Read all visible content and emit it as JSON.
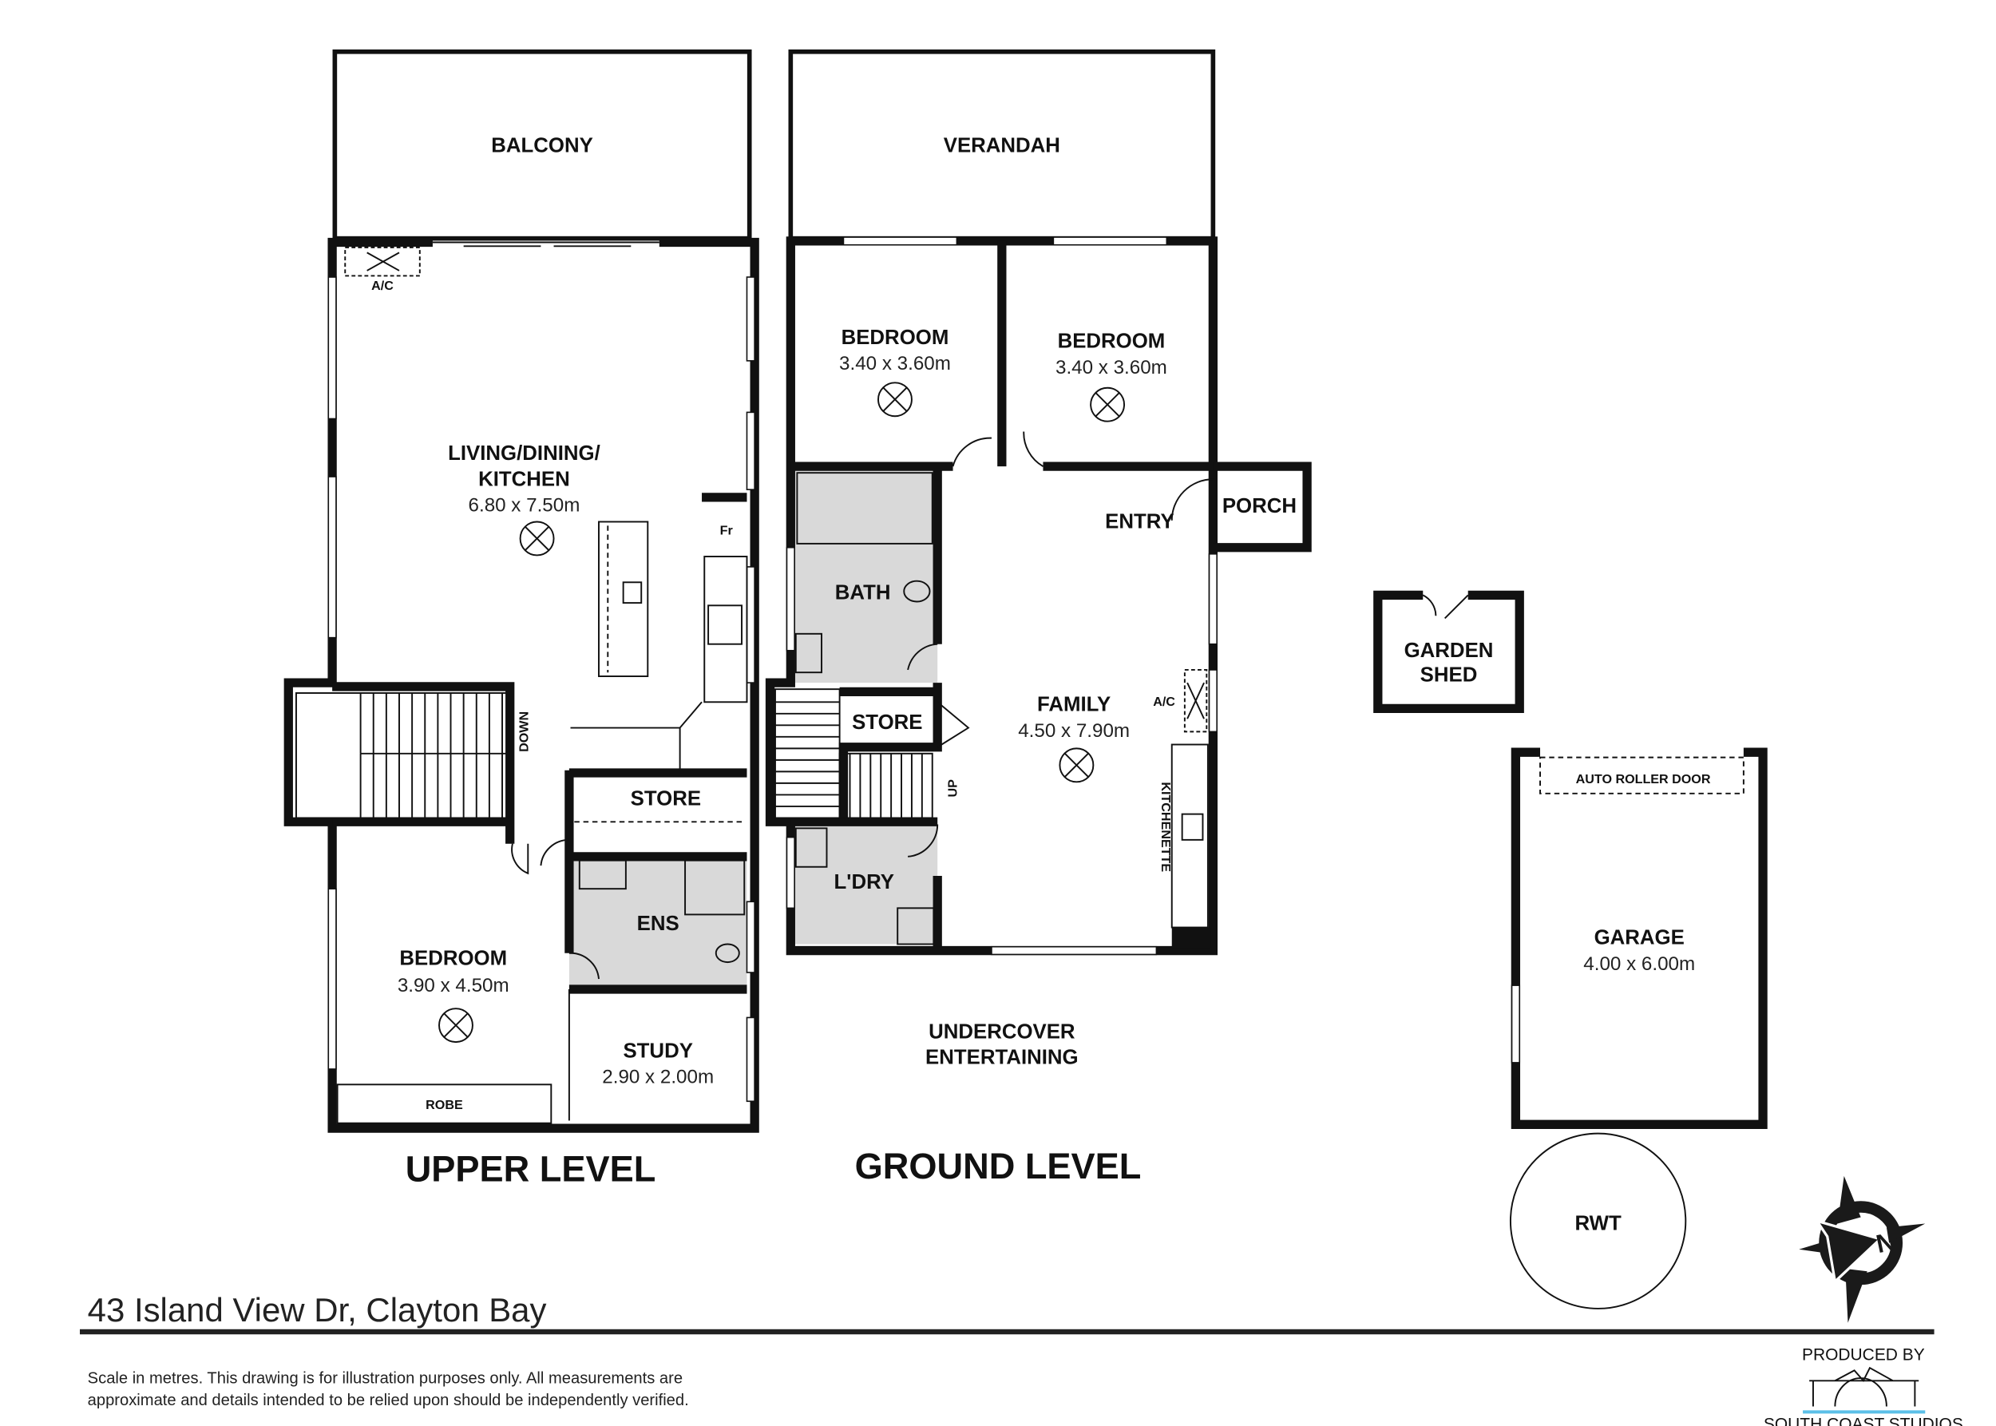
{
  "upper_level": {
    "title": "UPPER LEVEL",
    "rooms": {
      "balcony": {
        "name": "BALCONY"
      },
      "living": {
        "name_line1": "LIVING/DINING/",
        "name_line2": "KITCHEN",
        "size": "6.80 x 7.50m"
      },
      "store": {
        "name": "STORE"
      },
      "ens": {
        "name": "ENS"
      },
      "bedroom": {
        "name": "BEDROOM",
        "size": "3.90 x 4.50m"
      },
      "study": {
        "name": "STUDY",
        "size": "2.90 x 2.00m"
      },
      "robe": {
        "name": "ROBE"
      }
    },
    "labels": {
      "ac": "A/C",
      "fridge": "Fr",
      "down": "DOWN"
    }
  },
  "ground_level": {
    "title": "GROUND LEVEL",
    "rooms": {
      "verandah": {
        "name": "VERANDAH"
      },
      "bedroom1": {
        "name": "BEDROOM",
        "size": "3.40 x 3.60m"
      },
      "bedroom2": {
        "name": "BEDROOM",
        "size": "3.40 x 3.60m"
      },
      "porch": {
        "name": "PORCH"
      },
      "entry": {
        "name": "ENTRY"
      },
      "bath": {
        "name": "BATH"
      },
      "store": {
        "name": "STORE"
      },
      "family": {
        "name": "FAMILY",
        "size": "4.50 x 7.90m"
      },
      "laundry": {
        "name": "L'DRY"
      },
      "undercover": {
        "name_line1": "UNDERCOVER",
        "name_line2": "ENTERTAINING"
      }
    },
    "labels": {
      "ac": "A/C",
      "up": "UP",
      "kitchenette": "KITCHENETTE"
    }
  },
  "outbuildings": {
    "garden_shed": {
      "name_line1": "GARDEN",
      "name_line2": "SHED"
    },
    "garage": {
      "name": "GARAGE",
      "size": "4.00 x 6.00m",
      "door": "AUTO ROLLER DOOR"
    },
    "rwt": {
      "name": "RWT"
    }
  },
  "compass": {
    "icon": "north-compass-icon",
    "letter": "N"
  },
  "footer": {
    "address": "43 Island View Dr, Clayton Bay",
    "disclaimer_line1": "Scale in metres. This drawing is for illustration purposes only. All measurements are",
    "disclaimer_line2": "approximate and details intended to be relied upon should be independently verified.",
    "produced_by": "PRODUCED BY",
    "company": "SOUTH COAST STUDIOS",
    "logo_accent": "#5bc0e8"
  }
}
